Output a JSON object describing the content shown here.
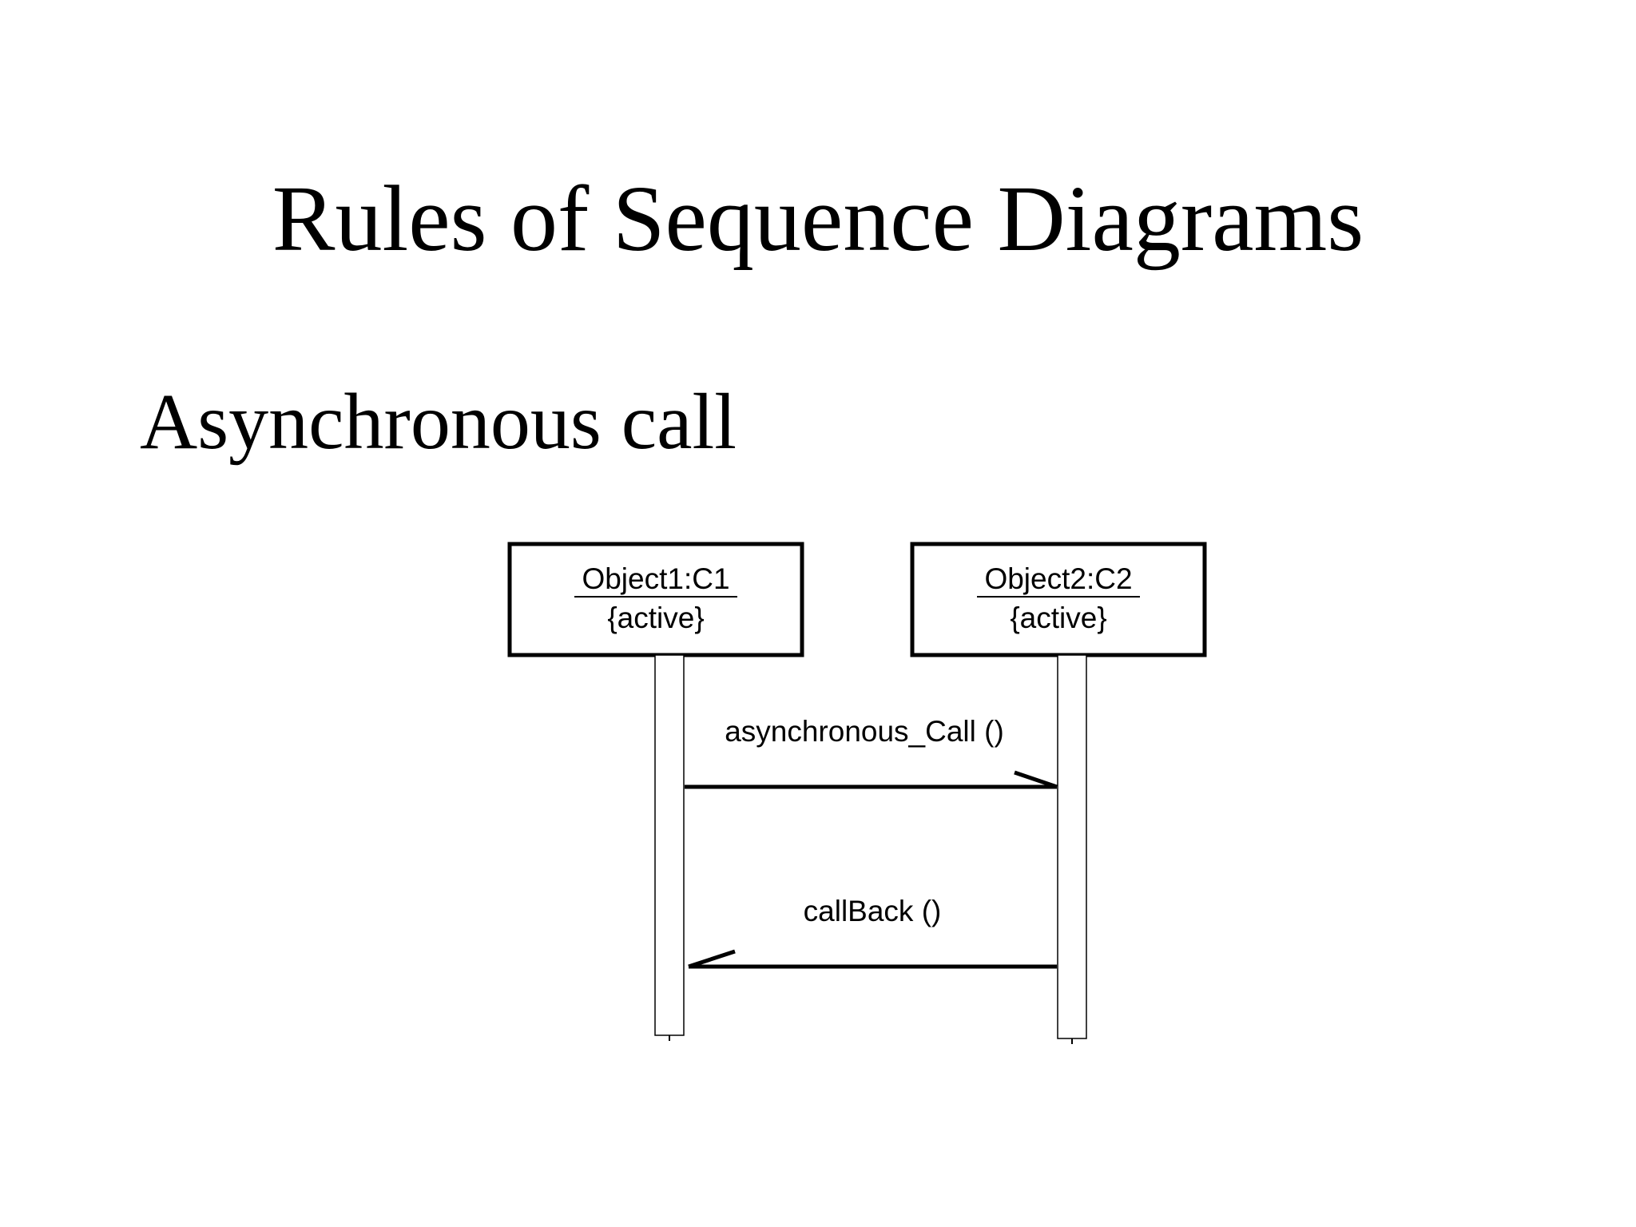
{
  "slide": {
    "title": "Rules of Sequence Diagrams",
    "subtitle": "Asynchronous call"
  },
  "diagram": {
    "lifelines": [
      {
        "name": "Object1:C1",
        "stereotype": "{active}"
      },
      {
        "name": "Object2:C2",
        "stereotype": "{active}"
      }
    ],
    "messages": [
      {
        "label": "asynchronous_Call ()",
        "from": "Object1:C1",
        "to": "Object2:C2",
        "arrow": "half-stick"
      },
      {
        "label": "callBack ()",
        "from": "Object2:C2",
        "to": "Object1:C1",
        "arrow": "half-stick"
      }
    ]
  }
}
